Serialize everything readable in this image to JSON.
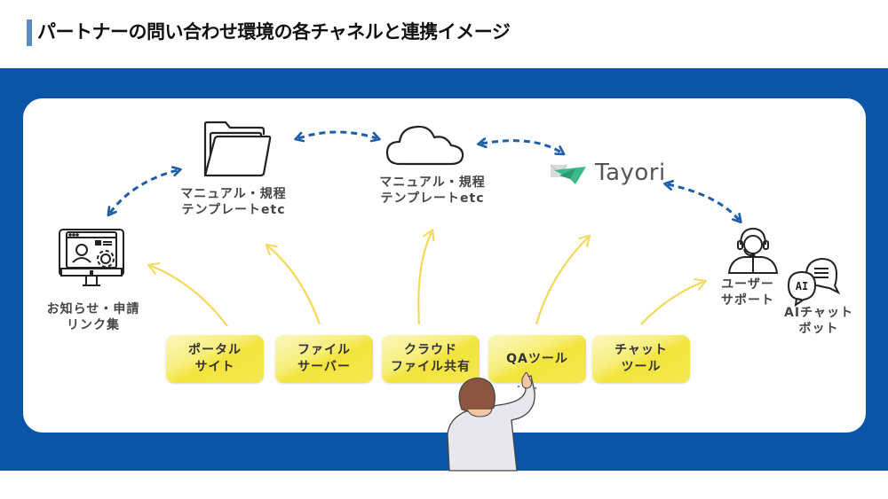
{
  "title": "パートナーの問い合わせ環境の各チャネルと連携イメージ",
  "colors": {
    "accent_bar": "#5b8ac6",
    "band": "#0b55a8",
    "dashed_arrow": "#1d5ea8",
    "yellow_arrow": "#f5d85a",
    "button_yellow": "#f3e43c",
    "tayori_green": "#3dba8a"
  },
  "nodes": {
    "portal_links": {
      "icon": "monitor-dashboard-icon",
      "label_line1": "お知らせ・申請",
      "label_line2": "リンク集"
    },
    "file_server": {
      "icon": "folder-icon",
      "label_line1": "マニュアル・規程",
      "label_line2": "テンプレートetc"
    },
    "cloud_storage": {
      "icon": "cloud-icon",
      "label_line1": "マニュアル・規程",
      "label_line2": "テンプレートetc"
    },
    "qa_tool": {
      "icon": "tayori-logo-icon",
      "brand": "Tayori"
    },
    "user_support": {
      "icon": "headset-operator-icon",
      "label_line1": "ユーザー",
      "label_line2": "サポート"
    },
    "ai_chatbot": {
      "icon": "ai-chat-bubble-icon",
      "icon_text": "AI",
      "label_line1": "AIチャット",
      "label_line2": "ボット"
    }
  },
  "channels": [
    {
      "label": "ポータル\nサイト"
    },
    {
      "label": "ファイル\nサーバー"
    },
    {
      "label": "クラウド\nファイル共有"
    },
    {
      "label": "QAツール"
    },
    {
      "label": "チャット\nツール"
    }
  ]
}
